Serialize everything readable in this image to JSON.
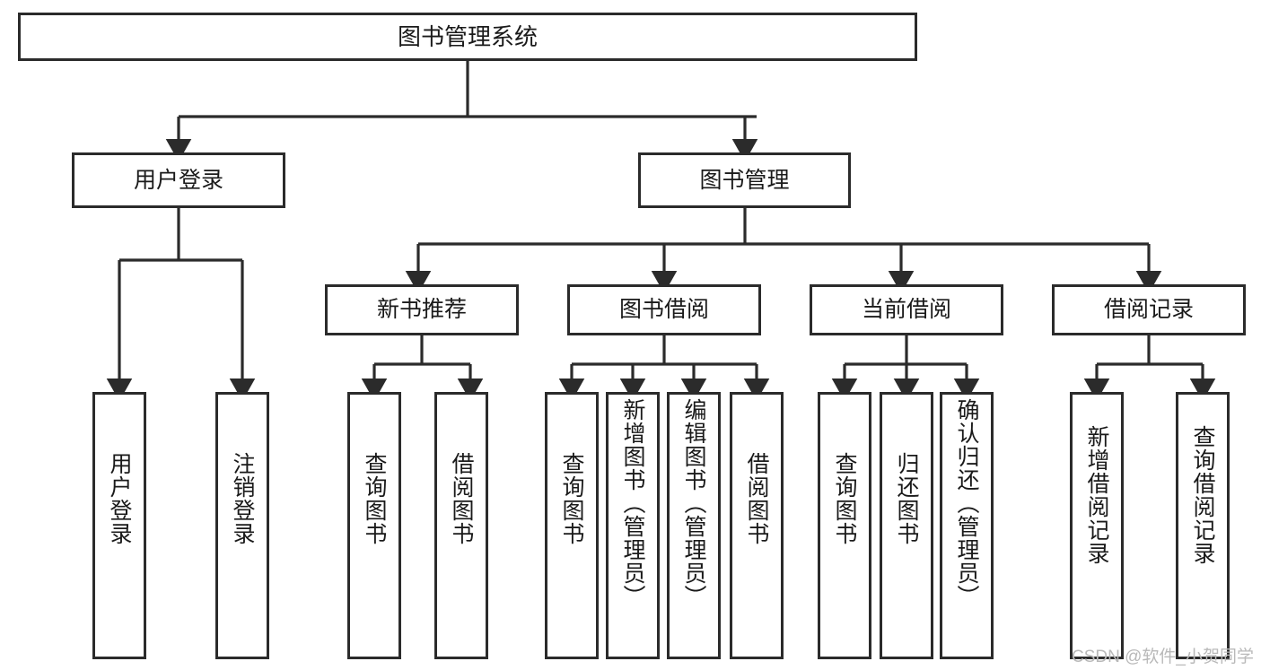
{
  "diagram": {
    "title_text": "图书管理系统",
    "type": "tree-hierarchy",
    "watermark": "CSDN @软件_小贺同学",
    "colors": {
      "background": "#ffffff",
      "border": "#2b2b2b",
      "text": "#1a1a1a",
      "connector": "#2b2b2b",
      "watermark": "#b9b9b9"
    },
    "root": {
      "label": "图书管理系统"
    },
    "level2": [
      {
        "label": "用户登录"
      },
      {
        "label": "图书管理"
      }
    ],
    "level3": [
      {
        "label": "新书推荐"
      },
      {
        "label": "图书借阅"
      },
      {
        "label": "当前借阅"
      },
      {
        "label": "借阅记录"
      }
    ],
    "leaves_user_login": [
      {
        "label": "用户登录"
      },
      {
        "label": "注销登录"
      }
    ],
    "leaves_new_book": [
      {
        "label": "查询图书"
      },
      {
        "label": "借阅图书"
      }
    ],
    "leaves_borrow": [
      {
        "label": "查询图书"
      },
      {
        "label": "新增图书（管理员）"
      },
      {
        "label": "编辑图书（管理员）"
      },
      {
        "label": "借阅图书"
      }
    ],
    "leaves_current": [
      {
        "label": "查询图书"
      },
      {
        "label": "归还图书"
      },
      {
        "label": "确认归还（管理员）"
      }
    ],
    "leaves_record": [
      {
        "label": "新增借阅记录"
      },
      {
        "label": "查询借阅记录"
      }
    ]
  }
}
